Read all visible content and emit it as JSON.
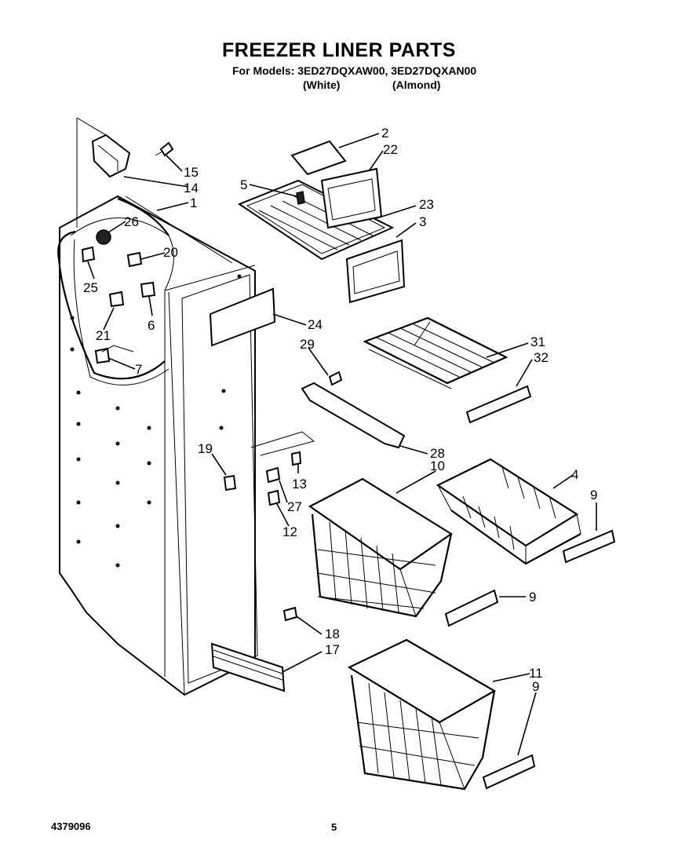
{
  "header": {
    "title": "FREEZER LINER PARTS",
    "models_line": "For Models: 3ED27DQXAW00, 3ED27DQXAN00",
    "finish_white": "(White)",
    "finish_almond": "(Almond)"
  },
  "footer": {
    "doc_number": "4379096",
    "page_number": "5"
  },
  "callouts": {
    "c1": "1",
    "c2": "2",
    "c3": "3",
    "c4": "4",
    "c5": "5",
    "c6": "6",
    "c7": "7",
    "c9a": "9",
    "c9b": "9",
    "c9c": "9",
    "c10": "10",
    "c11": "11",
    "c12": "12",
    "c13": "13",
    "c14": "14",
    "c15": "15",
    "c17": "17",
    "c18": "18",
    "c19": "19",
    "c20": "20",
    "c21": "21",
    "c22": "22",
    "c23": "23",
    "c24": "24",
    "c25": "25",
    "c26": "26",
    "c27": "27",
    "c28": "28",
    "c29": "29",
    "c31": "31",
    "c32": "32"
  }
}
